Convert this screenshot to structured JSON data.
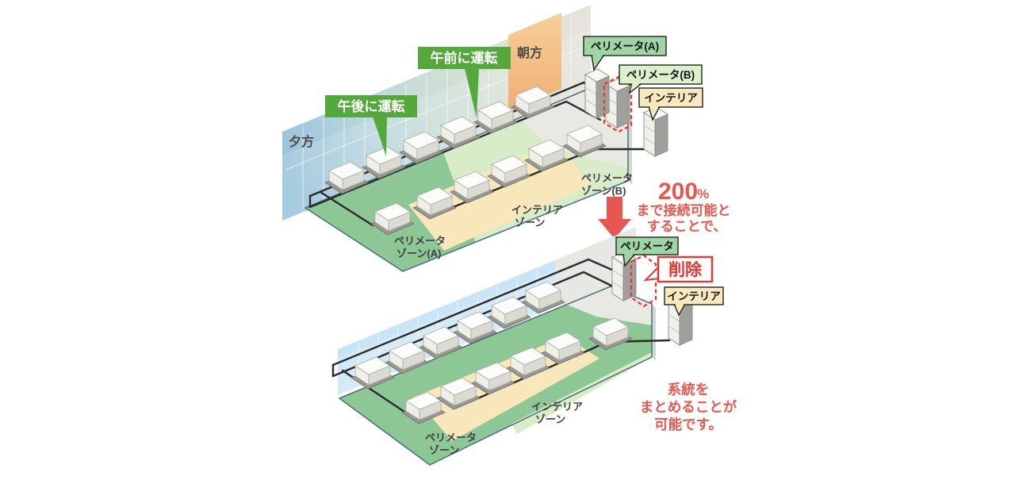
{
  "top_diagram": {
    "wall_labels": {
      "evening": "夕方",
      "morning": "朝方"
    },
    "callouts": {
      "pm": "午後に運転",
      "am": "午前に運転"
    },
    "outdoor_labels": {
      "perimeter_a": "ペリメータ(A)",
      "perimeter_b": "ペリメータ(B)",
      "interior": "インテリア"
    },
    "zone_labels": {
      "perimeter_a": [
        "ペリメータ",
        "ゾーン(A)"
      ],
      "interior": [
        "インテリア",
        "ゾーン"
      ],
      "perimeter_b": [
        "ペリメータ",
        "ゾーン(B)"
      ]
    }
  },
  "annotation": {
    "percent_value": "200",
    "percent_sign": "%",
    "line1": "まで接続可能と",
    "line2": "することで、"
  },
  "bottom_diagram": {
    "outdoor_labels": {
      "perimeter": "ペリメータ",
      "interior": "インテリア"
    },
    "delete_badge": "削除",
    "zone_labels": {
      "perimeter": [
        "ペリメータ",
        "ゾーン"
      ],
      "interior": [
        "インテリア",
        "ゾーン"
      ]
    },
    "note": [
      "系統を",
      "まとめることが",
      "可能です。"
    ]
  },
  "colors": {
    "callout_green": "#55a83b",
    "label_green": "#9fd4a4",
    "label_green_light": "#dcf0cb",
    "label_cream": "#fbe9be",
    "zone_green": "#8cc795",
    "zone_green_light": "#d8ecc8",
    "zone_cream": "#f7e7ba",
    "wall_blue": "#a9cbe0",
    "wall_orange": "#f2be83",
    "accent_red": "#e8574f",
    "delete_red": "#e8352e",
    "pipe": "#2b2b2b"
  }
}
